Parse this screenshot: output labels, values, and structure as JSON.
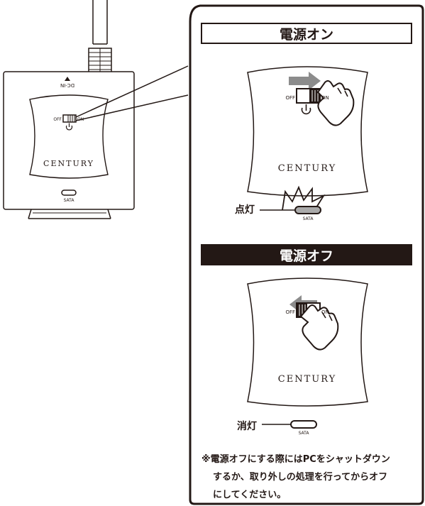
{
  "device": {
    "port_top_label": "DC-IN",
    "off_label": "OFF",
    "on_label": "ON",
    "brand": "CENTURY",
    "port_bottom_label": "SATA"
  },
  "power_on": {
    "title": "電源オン",
    "led_label": "点灯",
    "off_label": "OFF",
    "on_label": "ON",
    "brand": "CENTURY",
    "sata_label": "SATA"
  },
  "power_off": {
    "title": "電源オフ",
    "led_label": "消灯",
    "off_label": "OFF",
    "on_label": "ON",
    "brand": "CENTURY",
    "sata_label": "SATA"
  },
  "note": {
    "line1": "※電源オフにする際にはPCをシャットダウン",
    "line2": "するか、取り外しの処理を行ってからオフ",
    "line3": "にしてください。"
  },
  "colors": {
    "ink": "#231815",
    "arrow_on": "#8c8c8c",
    "arrow_off": "#8c8c8c",
    "led_lit": "#aaaaaa"
  },
  "icons": [
    "power-icon",
    "hand-icon",
    "arrow-right-icon",
    "arrow-left-icon",
    "glow-icon"
  ]
}
